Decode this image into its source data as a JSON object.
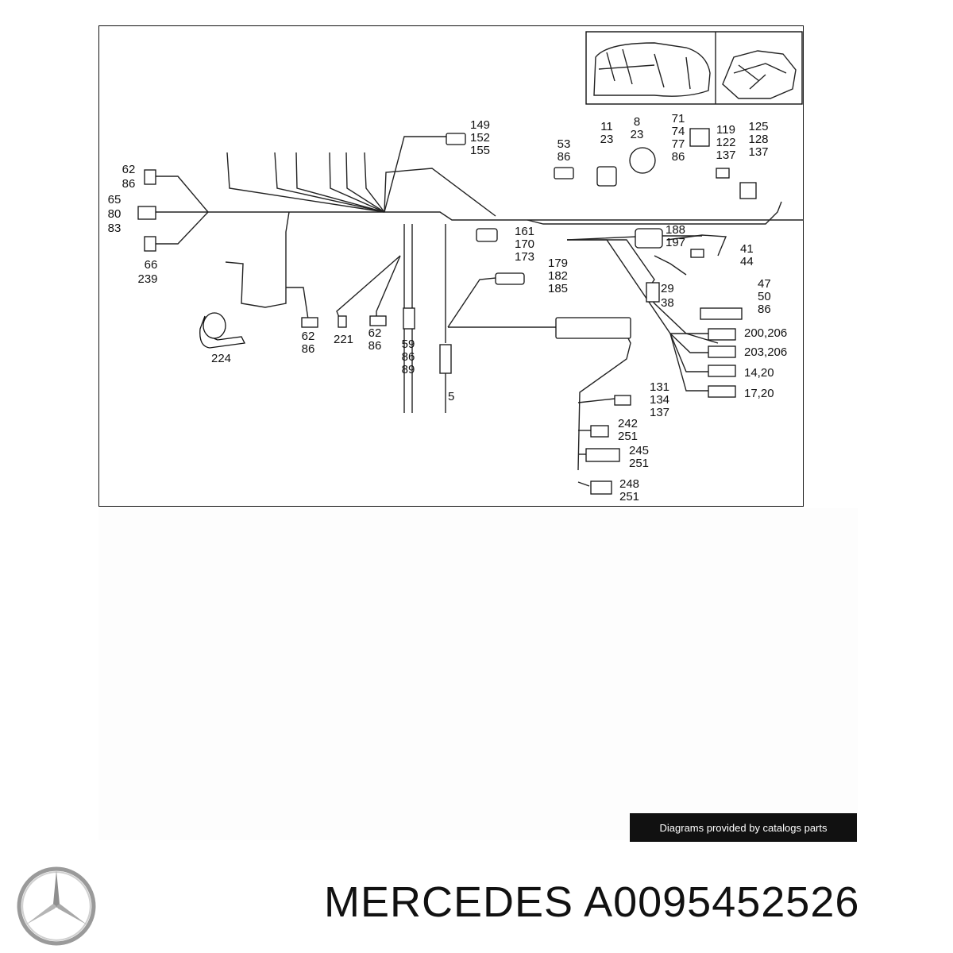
{
  "diagram": {
    "callouts": [
      {
        "id": "c-149",
        "lines": [
          "149",
          "152",
          "155"
        ]
      },
      {
        "id": "c-11",
        "lines": [
          "11",
          "23"
        ]
      },
      {
        "id": "c-8",
        "lines": [
          "8",
          "23"
        ]
      },
      {
        "id": "c-71",
        "lines": [
          "71",
          "74",
          "77",
          "86"
        ]
      },
      {
        "id": "c-119",
        "lines": [
          "119",
          "122",
          "137"
        ]
      },
      {
        "id": "c-125",
        "lines": [
          "125",
          "128",
          "137"
        ]
      },
      {
        "id": "c-53",
        "lines": [
          "53",
          "86"
        ]
      },
      {
        "id": "c-62a",
        "lines": [
          "62",
          "86"
        ]
      },
      {
        "id": "c-65",
        "lines": [
          "65",
          "80",
          "83"
        ]
      },
      {
        "id": "c-66",
        "lines": [
          "66",
          "239"
        ]
      },
      {
        "id": "c-161",
        "lines": [
          "161",
          "170",
          "173"
        ]
      },
      {
        "id": "c-188",
        "lines": [
          "188",
          "197"
        ]
      },
      {
        "id": "c-41",
        "lines": [
          "41",
          "44"
        ]
      },
      {
        "id": "c-179",
        "lines": [
          "179",
          "182",
          "185"
        ]
      },
      {
        "id": "c-29",
        "lines": [
          "29",
          "38"
        ]
      },
      {
        "id": "c-47",
        "lines": [
          "47",
          "50",
          "86"
        ]
      },
      {
        "id": "c-200",
        "lines": [
          "200,206"
        ]
      },
      {
        "id": "c-203",
        "lines": [
          "203,206"
        ]
      },
      {
        "id": "c-14",
        "lines": [
          "14,20"
        ]
      },
      {
        "id": "c-17",
        "lines": [
          "17,20"
        ]
      },
      {
        "id": "c-62b",
        "lines": [
          "62",
          "86"
        ]
      },
      {
        "id": "c-221",
        "lines": [
          "221"
        ]
      },
      {
        "id": "c-62c",
        "lines": [
          "62",
          "86"
        ]
      },
      {
        "id": "c-59",
        "lines": [
          "59",
          "86",
          "89"
        ]
      },
      {
        "id": "c-224",
        "lines": [
          "224"
        ]
      },
      {
        "id": "c-5",
        "lines": [
          "5"
        ]
      },
      {
        "id": "c-131",
        "lines": [
          "131",
          "134",
          "137"
        ]
      },
      {
        "id": "c-242",
        "lines": [
          "242",
          "251"
        ]
      },
      {
        "id": "c-245",
        "lines": [
          "245",
          "251"
        ]
      },
      {
        "id": "c-248",
        "lines": [
          "248",
          "251"
        ]
      }
    ]
  },
  "credit_text": "Diagrams provided by catalogs parts",
  "brand_title": "MERCEDES A0095452526"
}
